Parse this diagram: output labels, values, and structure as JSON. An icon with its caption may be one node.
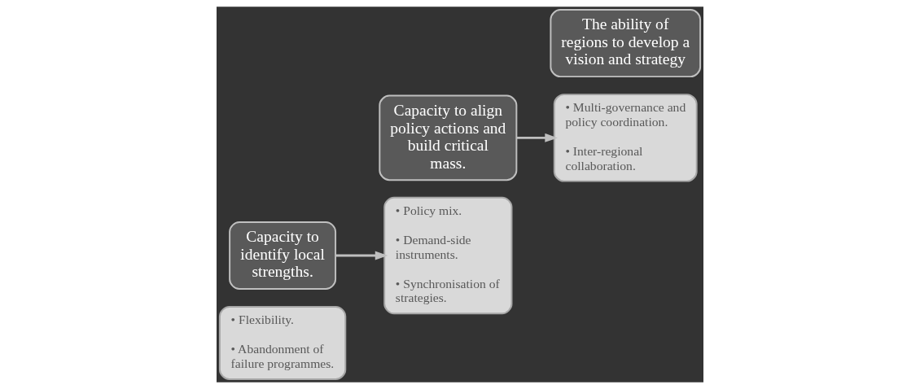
{
  "diagram": {
    "nodes": [
      {
        "text": [
          "• Flexibility.",
          "• Abandonment of failure programmes."
        ]
      },
      {
        "text": [
          "Capacity to identify local strengths."
        ]
      },
      {
        "text": [
          "• Policy mix.",
          "• Demand-side instruments.",
          "• Synchronisation of strategies."
        ]
      },
      {
        "text": [
          "Capacity to align policy actions and build critical mass."
        ]
      },
      {
        "text": [
          "• Multi-governance and policy coordination.",
          "• Inter-regional collaboration."
        ]
      },
      {
        "text": [
          "The ability of regions to develop a vision and strategy"
        ]
      }
    ],
    "edges": [
      {
        "from": 1,
        "to": 2,
        "arrow": "to"
      },
      {
        "from": 3,
        "to": 4,
        "arrow": "to"
      }
    ]
  }
}
